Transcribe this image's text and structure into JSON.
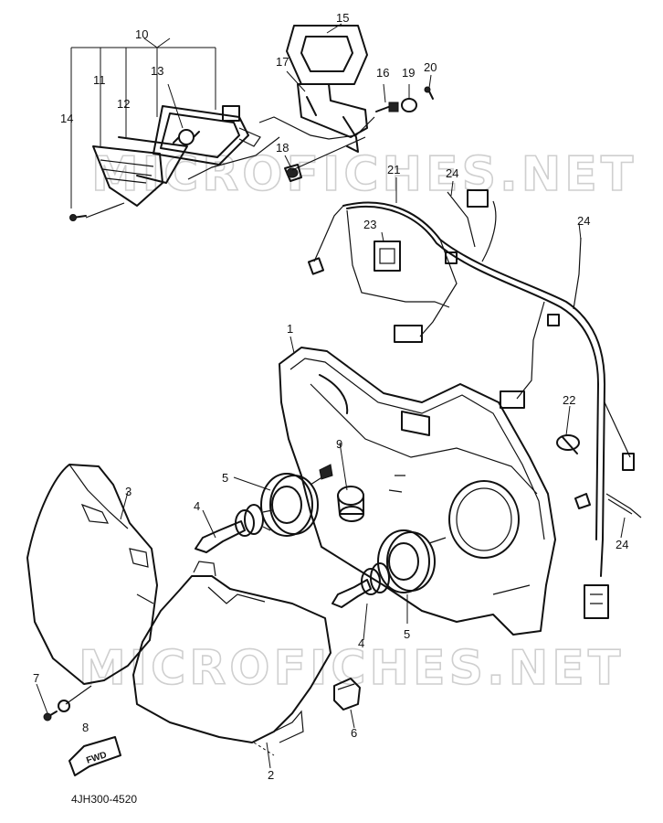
{
  "watermark": "MICROFICHES.NET",
  "diagram_code": "4JH300-4520",
  "direction_label": "FWD",
  "callouts": {
    "c1": "1",
    "c2": "2",
    "c3": "3",
    "c4a": "4",
    "c4b": "4",
    "c5a": "5",
    "c5b": "5",
    "c6": "6",
    "c7": "7",
    "c8": "8",
    "c9": "9",
    "c10": "10",
    "c11": "11",
    "c12": "12",
    "c13": "13",
    "c14": "14",
    "c15": "15",
    "c16": "16",
    "c17": "17",
    "c18": "18",
    "c19": "19",
    "c20": "20",
    "c21": "21",
    "c22": "22",
    "c23": "23",
    "c24a": "24",
    "c24b": "24",
    "c24c": "24"
  }
}
